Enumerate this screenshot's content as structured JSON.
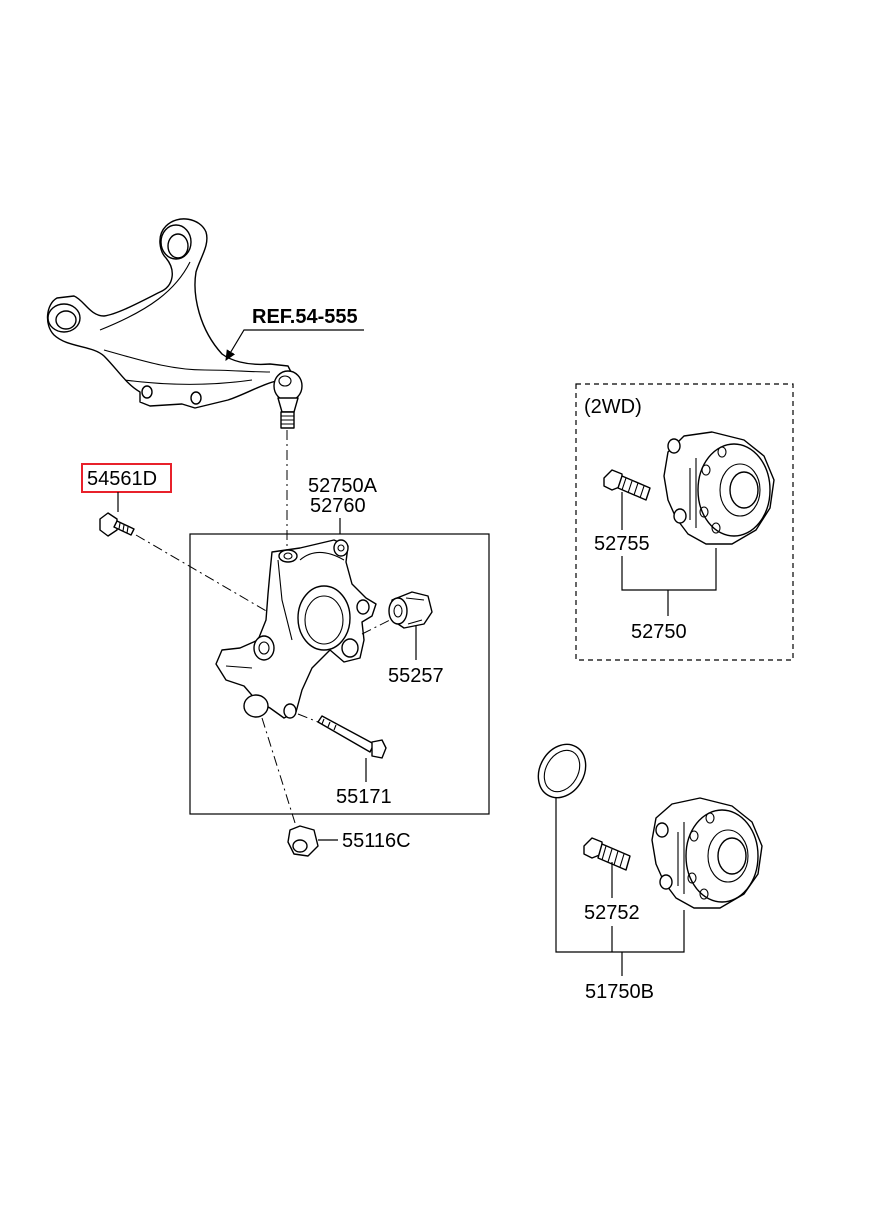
{
  "labels": {
    "ref": "REF.54-555",
    "bolt_highlighted": "54561D",
    "knuckle_a": "52750A",
    "knuckle_b": "52760",
    "bushing": "55257",
    "bolt": "55171",
    "nut": "55116C",
    "variant": "(2WD)",
    "hub_bolt_2wd": "52755",
    "hub_2wd": "52750",
    "hub_bolt": "52752",
    "hub_assy": "51750B"
  },
  "highlight_color": "#e8212b"
}
